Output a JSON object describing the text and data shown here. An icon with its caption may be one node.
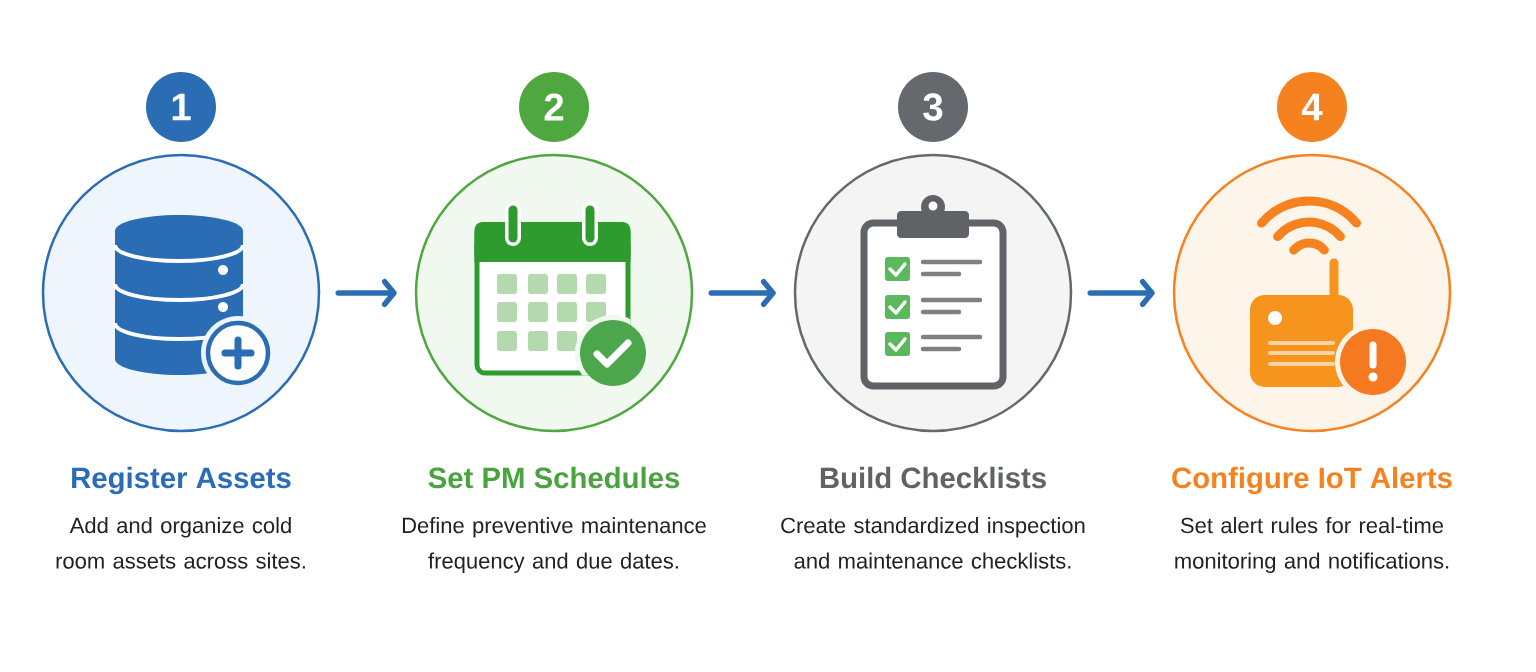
{
  "diagram": {
    "nodes": [
      {
        "text": [
          "1"
        ]
      },
      {
        "text": [
          "Register Assets",
          "Add and organize cold room assets across sites."
        ]
      },
      {
        "text": [
          "2"
        ]
      },
      {
        "text": [
          "Set PM Schedules",
          "Define preventive maintenance frequency and due dates."
        ]
      },
      {
        "text": [
          "3"
        ]
      },
      {
        "text": [
          "Build Checklists",
          "Create standardized inspection and maintenance checklists."
        ]
      },
      {
        "text": [
          "4"
        ]
      },
      {
        "text": [
          "Configure IoT Alerts",
          "Set alert rules for real-time monitoring and notifications."
        ]
      }
    ],
    "edges": [
      {
        "from": 1,
        "to": 3,
        "arrow": "to"
      },
      {
        "from": 3,
        "to": 5,
        "arrow": "to"
      },
      {
        "from": 5,
        "to": 7,
        "arrow": "to"
      }
    ]
  }
}
